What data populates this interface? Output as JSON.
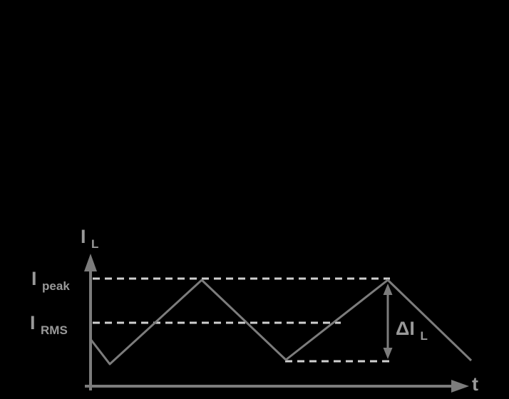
{
  "figure": {
    "y_axis_label": {
      "main": "I",
      "sub": "L"
    },
    "x_axis_label": "t",
    "peak_level_label": {
      "main": "I",
      "sub": "peak"
    },
    "rms_level_label": {
      "main": "I",
      "sub": "RMS"
    },
    "ripple_annotation": {
      "main": "ΔI",
      "sub": "L"
    },
    "waveform": {
      "type": "triangular-ripple",
      "description": "Inductor current vs time: triangular waveform rising to I_peak, crossing I_RMS, with peak-to-valley ripple marked by a double-headed arrow labeled ΔI_L",
      "reference_levels": [
        "I_peak",
        "I_RMS",
        "valley"
      ]
    }
  },
  "colors": {
    "background": "#000000",
    "solid_stroke": "#7c7c7c",
    "dashed_stroke": "#d0d0d0",
    "label_text": "#999999"
  }
}
